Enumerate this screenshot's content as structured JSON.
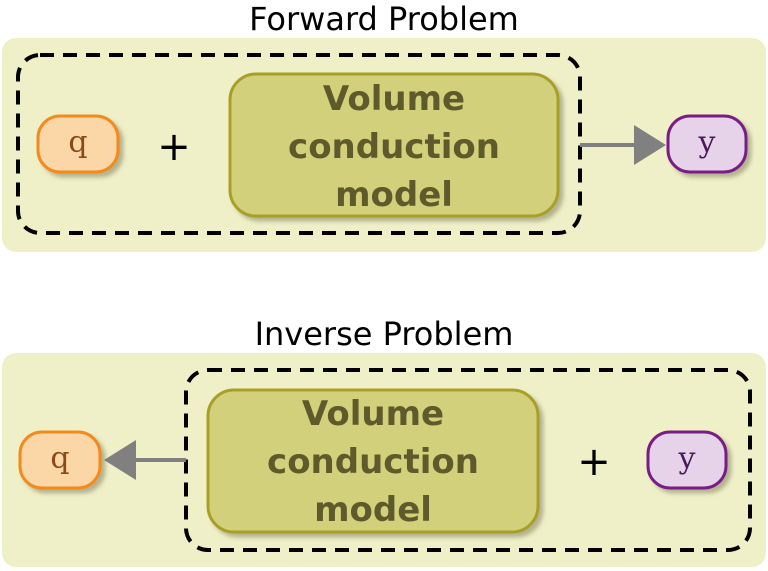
{
  "forward": {
    "title": "Forward Problem",
    "source_label": "q",
    "plus": "+",
    "model_lines": [
      "Volume",
      "conduction",
      "model"
    ],
    "measurement_label": "y"
  },
  "inverse": {
    "title": "Inverse Problem",
    "source_label": "q",
    "plus": "+",
    "model_lines": [
      "Volume",
      "conduction",
      "model"
    ],
    "measurement_label": "y"
  },
  "colors": {
    "panel_bg": "#f0f0c8",
    "model_fill": "#d2d07a",
    "model_stroke": "#a8a028",
    "source_fill": "#fbd7a8",
    "source_stroke": "#f28a1c",
    "measure_fill": "#e6d3ea",
    "measure_stroke": "#7a1e86",
    "arrow": "#808080",
    "dashed": "#000000"
  }
}
